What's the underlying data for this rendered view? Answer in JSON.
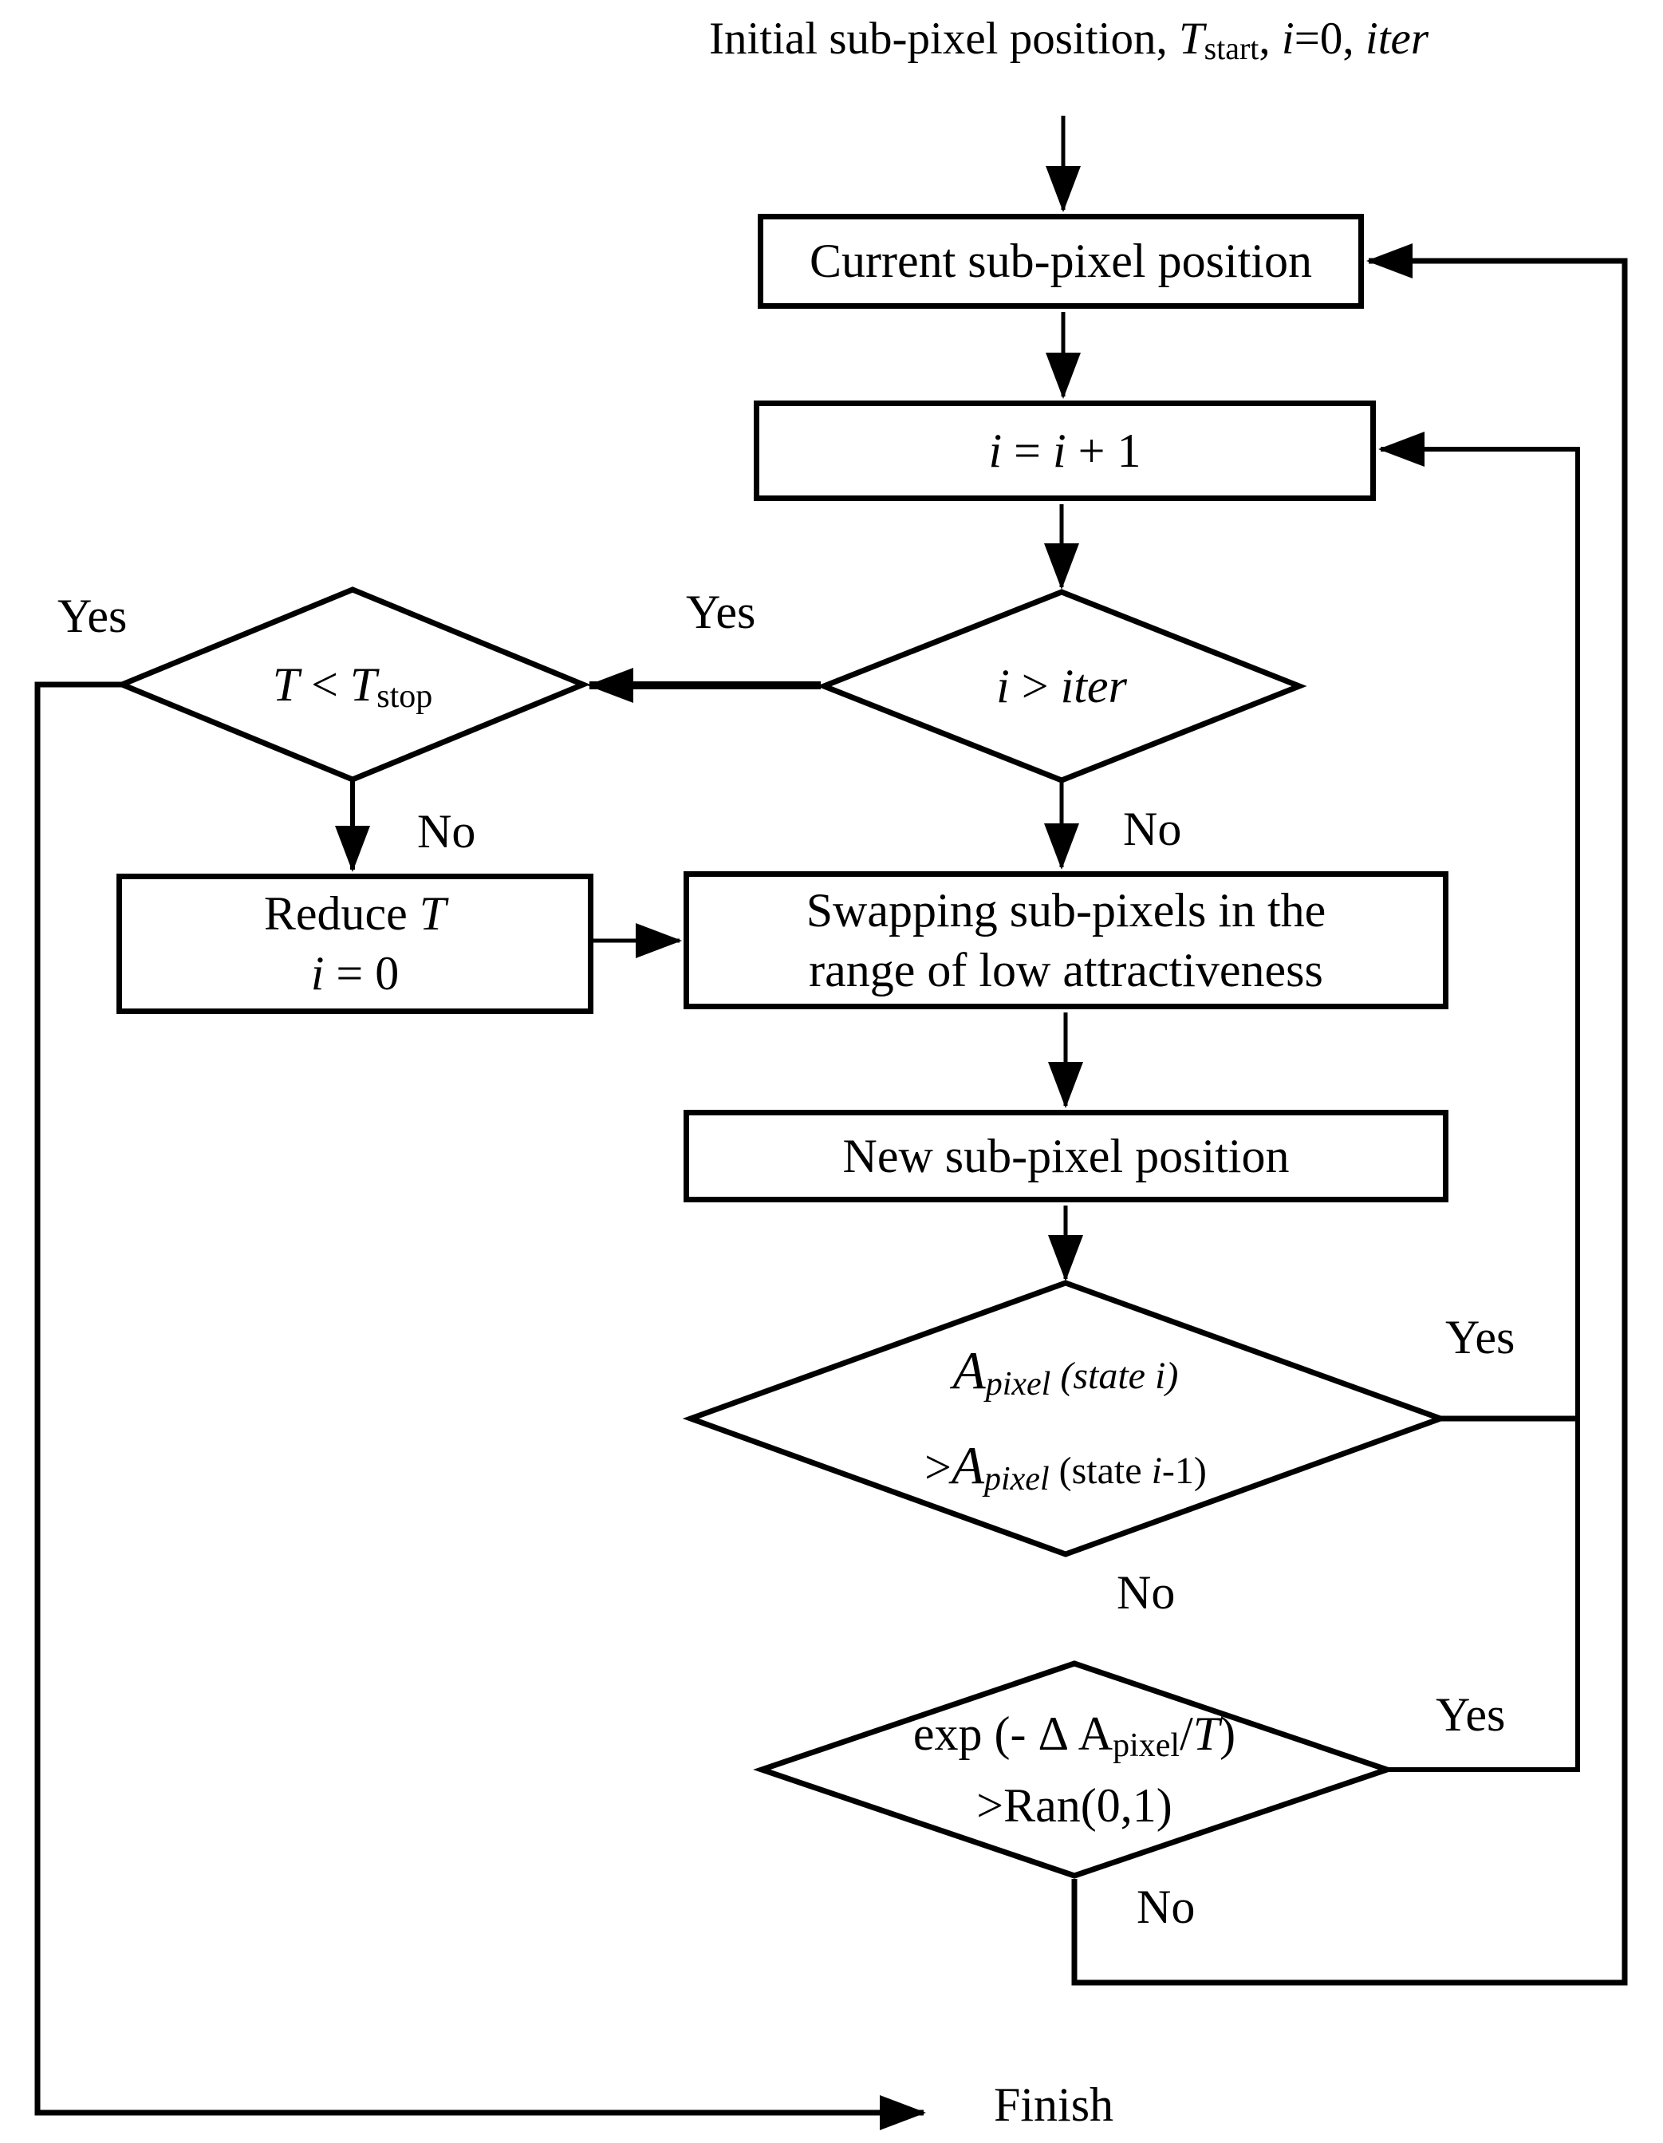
{
  "title": {
    "segments": [
      {
        "t": "Initial sub-pixel position, "
      },
      {
        "t": "T"
      },
      {
        "t": "start"
      },
      {
        "t": ", "
      },
      {
        "t": "i"
      },
      {
        "t": "=0, "
      },
      {
        "t": "iter"
      }
    ]
  },
  "boxes": {
    "current": {
      "label": "Current sub-pixel position"
    },
    "increment": {
      "segments": [
        {
          "t": "i"
        },
        {
          "t": " = "
        },
        {
          "t": "i"
        },
        {
          "t": " + 1"
        }
      ]
    },
    "swap": {
      "line1": "Swapping sub-pixels in the",
      "line2": "range of low attractiveness"
    },
    "newpos": {
      "label": "New sub-pixel position"
    },
    "reduce": {
      "line1": [
        {
          "t": "Reduce "
        },
        {
          "t": "T"
        }
      ],
      "line2": [
        {
          "t": "i"
        },
        {
          "t": " = 0"
        }
      ]
    }
  },
  "diamonds": {
    "iter": {
      "segments": [
        {
          "t": "i"
        },
        {
          "t": " > "
        },
        {
          "t": "iter"
        }
      ]
    },
    "tstop": {
      "segments": [
        {
          "t": "T"
        },
        {
          "t": " < "
        },
        {
          "t": "T"
        },
        {
          "t": "stop"
        }
      ]
    },
    "apixel": {
      "line1": [
        {
          "t": "A"
        },
        {
          "t": "pixel"
        },
        {
          "t": " (state "
        },
        {
          "t": "i"
        },
        {
          "t": ")"
        }
      ],
      "line2": [
        {
          "t": ">"
        },
        {
          "t": "A"
        },
        {
          "t": "pixel"
        },
        {
          "t": " (state "
        },
        {
          "t": "i"
        },
        {
          "t": "-1)"
        }
      ]
    },
    "exp": {
      "line1": [
        {
          "t": "exp (- Δ A"
        },
        {
          "t": "pixel"
        },
        {
          "t": "/"
        },
        {
          "t": "T"
        },
        {
          "t": ")"
        }
      ],
      "line2": [
        {
          "t": ">Ran(0,1)"
        }
      ]
    }
  },
  "labels": {
    "yes_iter": "Yes",
    "yes_tstop": "Yes",
    "yes_apixel": "Yes",
    "yes_exp": "Yes",
    "no_iter": "No",
    "no_tstop": "No",
    "no_apixel": "No",
    "no_exp": "No",
    "finish": "Finish"
  },
  "colors": {
    "line": "#000000",
    "background": "#ffffff"
  }
}
